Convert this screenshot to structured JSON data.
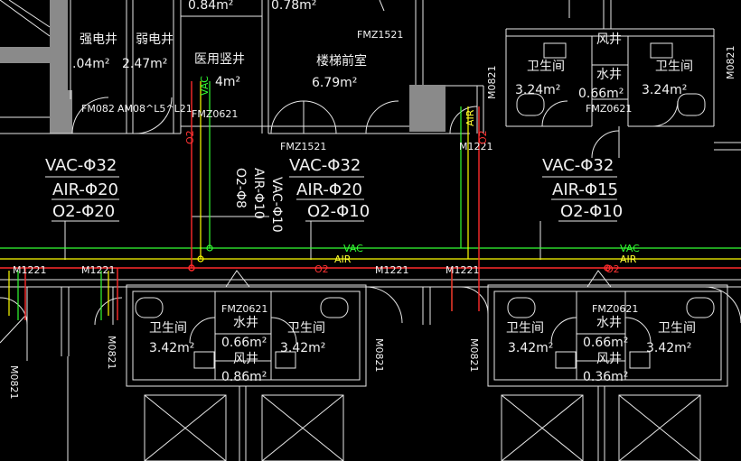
{
  "rooms": {
    "strong_shaft": "强电井",
    "strong_area": ".04m²",
    "weak_shaft": "弱电井",
    "weak_area": "2.47m²",
    "top_area1": "0.84m²",
    "top_area2": "0.78m²",
    "medical_shaft": "医用竖井",
    "medical_area": "4m²",
    "elevator_lobby": "楼梯前室",
    "elevator_area": "6.79m²",
    "toilet": "卫生间",
    "toilet_area_top": "3.24m²",
    "toilet_area_bottom": "3.42m²",
    "water_shaft": "水井",
    "water_area": "0.66m²",
    "wind_shaft": "风井",
    "wind_area": "0.36m²",
    "wind_area_b": "0.86m²"
  },
  "doors": {
    "fmz1521_a": "FMZ1521",
    "fmz1521_b": "FMZ1521",
    "fm082": "FM082",
    "am08": "AM08^L5^L21",
    "fmz0621_a": "FMZ0621",
    "fmz0621_b": "FMZ0621",
    "fmz0621_c": "FMZ0621",
    "fmz0621_d": "FMZ0621",
    "m1221": "M1221",
    "m0821": "M0821"
  },
  "pipes": {
    "group1": [
      "VAC-Φ32",
      "AIR-Φ20",
      "O2-Φ20"
    ],
    "group2": [
      "VAC-Φ32",
      "AIR-Φ20",
      "O2-Φ10"
    ],
    "group3": [
      "VAC-Φ32",
      "AIR-Φ15",
      "O2-Φ10"
    ],
    "vertical": [
      "O2-Φ8",
      "AIR-Φ10",
      "VAC-Φ10"
    ],
    "line_vac": "VAC",
    "line_air": "AIR",
    "line_o2": "O2"
  },
  "colors": {
    "vac": "#33ff33",
    "air": "#ffff00",
    "o2": "#ff2a2a",
    "walls": "#8a8a8a",
    "lines": "#e8e8e8"
  }
}
